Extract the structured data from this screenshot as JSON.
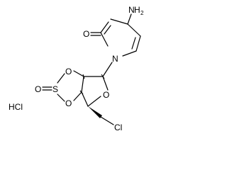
{
  "structure": {
    "atoms": {
      "nh2_n": "N",
      "nh2_h": "H",
      "nh2_sub": "2",
      "carbonyl_o": "O",
      "ring_n": "N",
      "sulfite_o_top": "O",
      "sulfite_o_bottom": "O",
      "sulfite_o_exo": "O",
      "sulfur": "S",
      "furanose_o": "O",
      "chlorine": "Cl"
    },
    "salt_label": "HCl"
  }
}
